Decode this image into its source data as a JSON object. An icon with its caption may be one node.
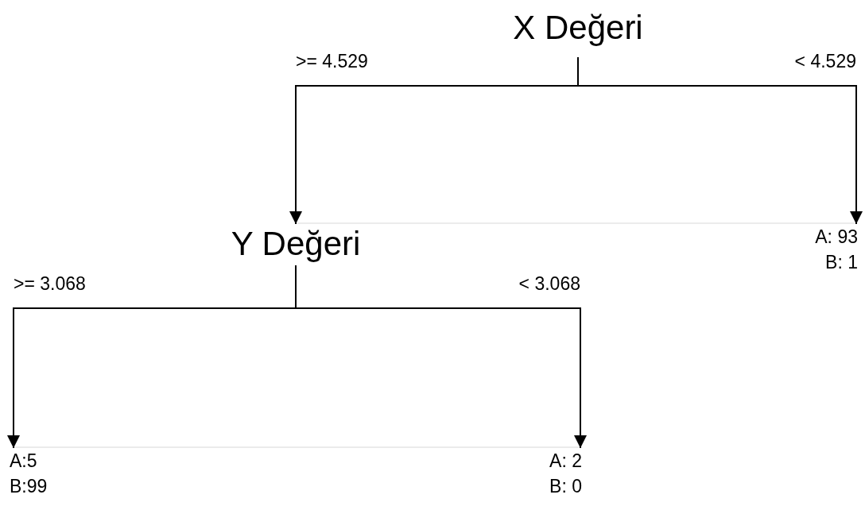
{
  "diagram": {
    "nodes": [
      {
        "text": [
          "X Değeri"
        ]
      },
      {
        "text": [
          "Y Değeri"
        ]
      },
      {
        "text": [
          "A: 93",
          "B: 1"
        ]
      },
      {
        "text": [
          "A:5",
          "B:99"
        ]
      },
      {
        "text": [
          "A: 2",
          "B: 0"
        ]
      }
    ],
    "edges": [
      {
        "from": 0,
        "to": 1,
        "arrow": "to",
        "label": ">= 4.529"
      },
      {
        "from": 0,
        "to": 2,
        "arrow": "to",
        "label": "< 4.529"
      },
      {
        "from": 1,
        "to": 3,
        "arrow": "to",
        "label": ">= 3.068"
      },
      {
        "from": 1,
        "to": 4,
        "arrow": "to",
        "label": "< 3.068"
      }
    ]
  }
}
